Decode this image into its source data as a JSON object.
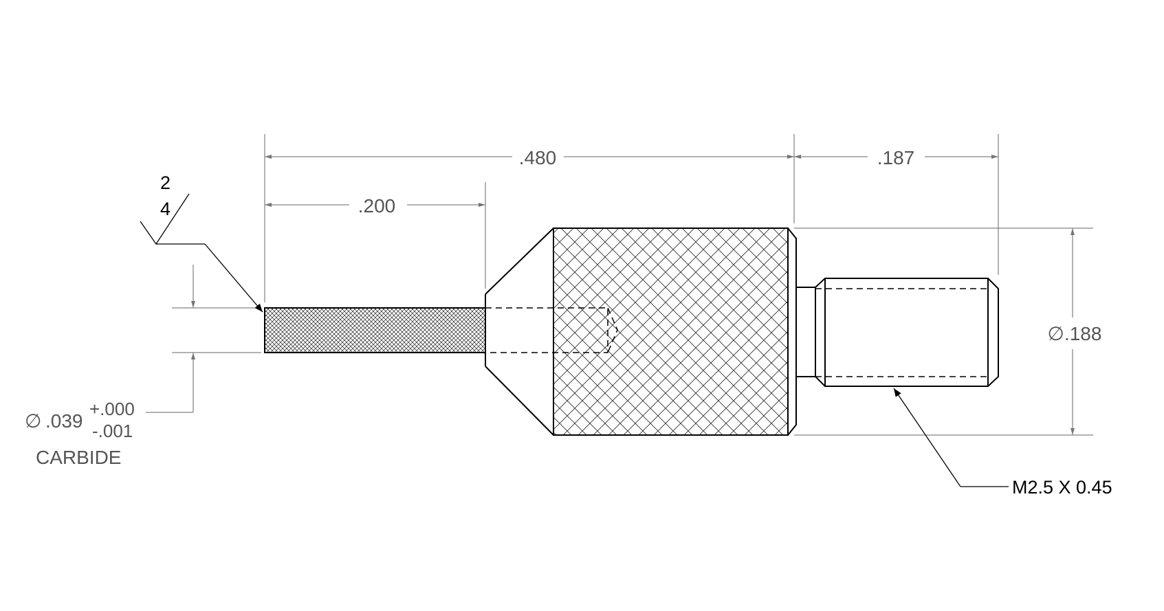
{
  "dimensions": {
    "overall_length": ".480",
    "tip_length": ".200",
    "thread_length": ".187",
    "body_diameter": "∅.188",
    "tip_diameter_symbol": "∅",
    "tip_diameter": ".039",
    "tip_tolerance_plus": "+.000",
    "tip_tolerance_minus": "-.001"
  },
  "notes": {
    "material": "CARBIDE",
    "thread": "M2.5 X 0.45",
    "surface_finish_top": "2",
    "surface_finish_bottom": "4"
  },
  "colors": {
    "object_line": "#000000",
    "dimension_line": "#666666",
    "dimension_text": "#555555"
  }
}
